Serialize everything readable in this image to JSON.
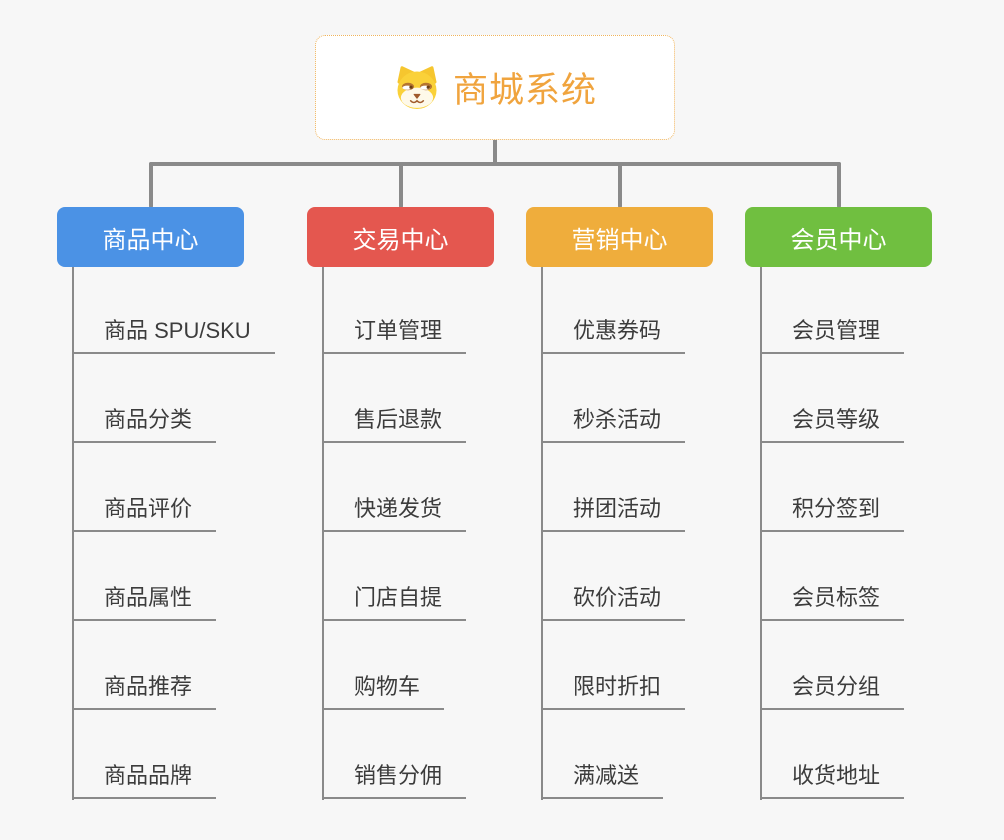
{
  "canvas": {
    "background": "#f7f7f7",
    "connector_color": "#8a8a8a"
  },
  "root": {
    "title": "商城系统",
    "icon": "shiba-dog-icon",
    "text_color": "#f0a43e",
    "border_color": "#f0b45c",
    "background": "#ffffff"
  },
  "branches": [
    {
      "title": "商品中心",
      "color": "#4b92e5",
      "items": [
        "商品 SPU/SKU",
        "商品分类",
        "商品评价",
        "商品属性",
        "商品推荐",
        "商品品牌"
      ]
    },
    {
      "title": "交易中心",
      "color": "#e4574f",
      "items": [
        "订单管理",
        "售后退款",
        "快递发货",
        "门店自提",
        "购物车",
        "销售分佣"
      ]
    },
    {
      "title": "营销中心",
      "color": "#efad3c",
      "items": [
        "优惠券码",
        "秒杀活动",
        "拼团活动",
        "砍价活动",
        "限时折扣",
        "满减送"
      ]
    },
    {
      "title": "会员中心",
      "color": "#70bf40",
      "items": [
        "会员管理",
        "会员等级",
        "积分签到",
        "会员标签",
        "会员分组",
        "收货地址"
      ]
    }
  ]
}
